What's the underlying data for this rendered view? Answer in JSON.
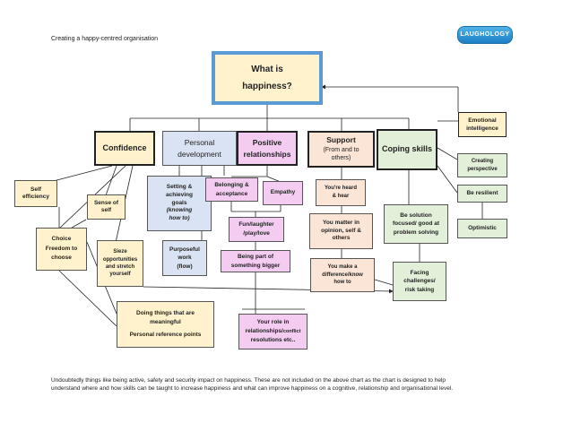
{
  "header": {
    "title": "Creating a happy-centred organisation",
    "logo": "LAUGHOLOGY"
  },
  "center": {
    "line1": "What is",
    "line2": "happiness?"
  },
  "categories": {
    "confidence": "Confidence",
    "personal_development": {
      "line1": "Personal",
      "line2": "development"
    },
    "positive_relationships": {
      "line1": "Positive",
      "line2": "relationships"
    },
    "support": {
      "line1": "Support",
      "line2": "(From and to",
      "line3": "others)"
    },
    "coping_skills": "Coping skills"
  },
  "confidence_items": {
    "self_efficiency": {
      "line1": "Self",
      "line2": "efficiency"
    },
    "sense_of_self": {
      "line1": "Sense of",
      "line2": "self"
    },
    "choice": {
      "line1": "Choice",
      "line2": "Freedom to",
      "line3": "choose"
    },
    "sieze": {
      "line1": "Sieze",
      "line2": "opportunities",
      "line3": "and stretch",
      "line4": "yourself"
    }
  },
  "personal_development_items": {
    "goals": {
      "line1": "Setting &",
      "line2": "achieving",
      "line3": "goals",
      "line4": "(knowing",
      "line5": "how to)"
    },
    "purposeful": {
      "line1": "Purposeful",
      "line2": "work",
      "line3": "(flow)"
    }
  },
  "relationships_items": {
    "belonging": {
      "line1": "Belonging &",
      "line2": "acceptance"
    },
    "empathy": "Empathy",
    "fun": {
      "line1": "Fun/laughter",
      "line2": "/play/love"
    },
    "bigger": {
      "line1": "Being part of",
      "line2": "something bigger"
    },
    "role": {
      "line1": "Your role in",
      "line2a": "relationships/",
      "line2b": "conflict",
      "line3": "resolutions etc.."
    }
  },
  "support_items": {
    "heard": {
      "line1": "You're heard",
      "line2": "& hear"
    },
    "matter": {
      "line1": "You matter in",
      "line2": "opinion, self &",
      "line3": "others"
    },
    "difference": {
      "line1": "You make a",
      "line2": "difference/know",
      "line3": "how to"
    }
  },
  "coping_items": {
    "emotional": {
      "line1": "Emotional",
      "line2": "intelligence"
    },
    "perspective": {
      "line1": "Creating",
      "line2": "perspective"
    },
    "resilient": "Be resilient",
    "optimistic": "Optimistic",
    "solution": {
      "line1": "Be solution",
      "line2": "focused/ good at",
      "line3": "problem solving"
    },
    "facing": {
      "line1": "Facing",
      "line2": "challenges/",
      "line3": "risk taking"
    }
  },
  "meaningful": {
    "line1": "Doing things that are",
    "line2": "meaningful",
    "line3": "Personal reference points"
  },
  "footer": {
    "line1": "Undoubtedly things like being active, safety and security impact on happiness.  These are not included on the above chart as the chart is designed to help",
    "line2": "understand where and how skills can be taught to increase happiness and what can improve happiness on a cognitive, relationship and organisational level."
  }
}
